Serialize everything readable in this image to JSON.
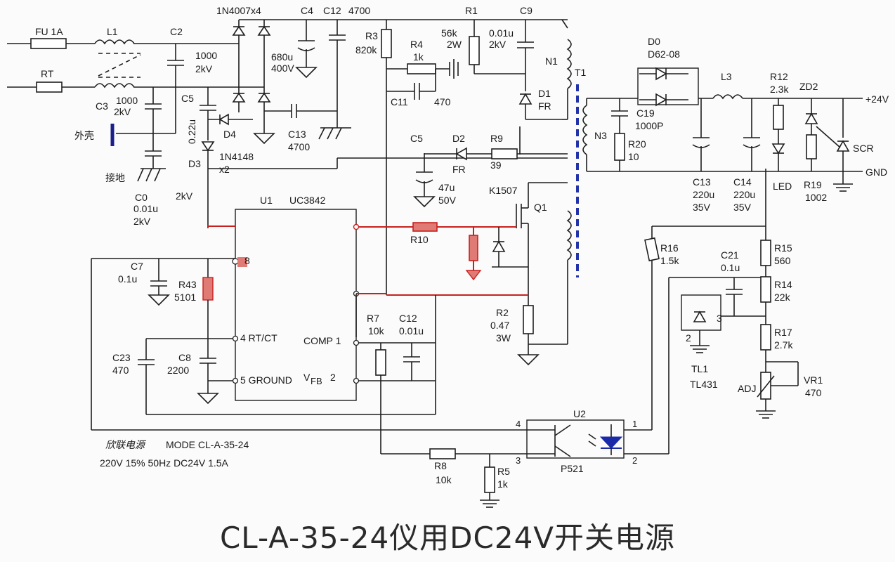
{
  "title": "CL-A-35-24仪用DC24V开关电源",
  "footer": {
    "brand": "欣联电源",
    "mode": "MODE CL-A-35-24",
    "spec": "220V 15% 50Hz DC24V 1.5A"
  },
  "input": {
    "fuse": "FU 1A",
    "rt": "RT",
    "l1": "L1",
    "c2": "C2",
    "c2_val": "1000",
    "c2_v": "2kV",
    "c3": "C3",
    "c3_val": "1000",
    "c3_v": "2kV",
    "shell": "外壳",
    "earth": "接地",
    "c0": "C0",
    "c0_val": "0.01u",
    "c0_v": "2kV",
    "c0_v2": "2kV"
  },
  "rectifier": {
    "bridge": "1N4007x4",
    "c4": "C4",
    "c4_val": "680u",
    "c4_v": "400V",
    "c12a": "C12",
    "c12a_val": "4700",
    "c13a": "C13",
    "c13a_val": "4700",
    "c5a": "C5",
    "c5a_val": "0.22u",
    "d4": "D4",
    "d3": "D3",
    "d_type": "1N4148",
    "d_count": "x2"
  },
  "snubber": {
    "r3": "R3",
    "r3_val": "820k",
    "r4": "R4",
    "r4_val": "1k",
    "r1": "R1",
    "r1_val": "56k",
    "r1_w": "2W",
    "c9": "C9",
    "c9_val": "0.01u",
    "c9_v": "2kV",
    "c11": "C11",
    "c11_val": "470",
    "d1": "D1",
    "d1_t": "FR",
    "n1": "N1",
    "t1": "T1"
  },
  "aux": {
    "c5": "C5",
    "c5_val": "47u",
    "c5_v": "50V",
    "d2": "D2",
    "d2_t": "FR",
    "r9": "R9",
    "r9_val": "39",
    "q1_type": "K1507",
    "q1": "Q1",
    "r10": "R10",
    "r2": "R2",
    "r2_val": "0.47",
    "r2_w": "3W"
  },
  "ic": {
    "u1": "U1",
    "type": "UC3842",
    "pin8": "8",
    "pin4": "4 RT/CT",
    "pin5": "5 GROUND",
    "comp": "COMP 1",
    "vfb": "V",
    "vfb_sub": "FB",
    "vfb_pin": "2",
    "c7": "C7",
    "c7_val": "0.1u",
    "r43": "R43",
    "r43_val": "5101",
    "c23": "C23",
    "c23_val": "470",
    "c8": "C8",
    "c8_val": "2200",
    "r7": "R7",
    "r7_val": "10k",
    "c12": "C12",
    "c12_val": "0.01u"
  },
  "output": {
    "d0": "D0",
    "d0_type": "D62-08",
    "l3": "L3",
    "n3": "N3",
    "c19": "C19",
    "c19_val": "1000P",
    "r20": "R20",
    "r20_val": "10",
    "c13": "C13",
    "c13_val": "220u",
    "c13_v": "35V",
    "c14": "C14",
    "c14_val": "220u",
    "c14_v": "35V",
    "r12": "R12",
    "r12_val": "2.3k",
    "zd2": "ZD2",
    "led": "LED",
    "r19": "R19",
    "r19_val": "1002",
    "scr": "SCR",
    "v24": "+24V",
    "gnd": "GND"
  },
  "feedback": {
    "r16": "R16",
    "r16_val": "1.5k",
    "c21": "C21",
    "c21_val": "0.1u",
    "r15": "R15",
    "r15_val": "560",
    "r14": "R14",
    "r14_val": "22k",
    "r17": "R17",
    "r17_val": "2.7k",
    "vr1": "VR1",
    "vr1_val": "470",
    "adj": "ADJ",
    "tl1": "TL1",
    "tl1_type": "TL431",
    "tl_pin3": "3",
    "tl_pin2": "2",
    "u2": "U2",
    "u2_type": "P521",
    "pin4": "4",
    "pin3": "3",
    "pin1": "1",
    "pin2": "2",
    "r8": "R8",
    "r8_val": "10k",
    "r5": "R5",
    "r5_val": "1k"
  }
}
